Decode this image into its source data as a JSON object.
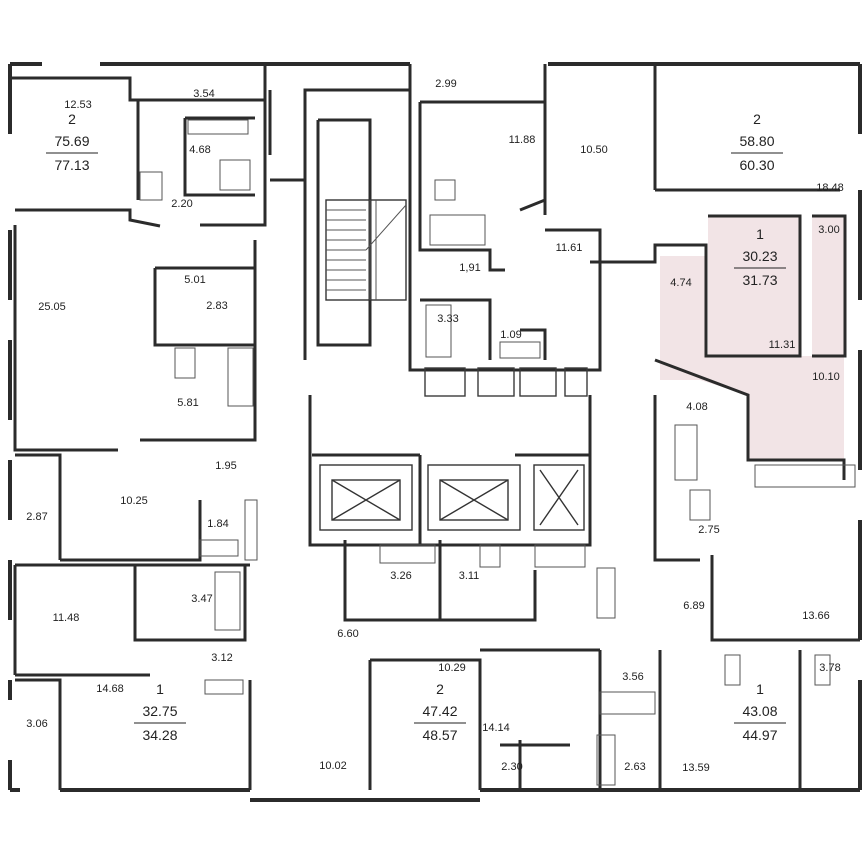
{
  "colors": {
    "walls": "#2b2b2b",
    "highlight": "#f2e4e6",
    "text": "#222222"
  },
  "apartments": [
    {
      "id": "apt-nw",
      "rooms": "2",
      "area_living": "75.69",
      "area_total": "77.13"
    },
    {
      "id": "apt-ne",
      "rooms": "2",
      "area_living": "58.80",
      "area_total": "60.30"
    },
    {
      "id": "apt-east",
      "rooms": "1",
      "area_living": "30.23",
      "area_total": "31.73"
    },
    {
      "id": "apt-sw",
      "rooms": "1",
      "area_living": "32.75",
      "area_total": "34.28"
    },
    {
      "id": "apt-south",
      "rooms": "2",
      "area_living": "47.42",
      "area_total": "48.57"
    },
    {
      "id": "apt-se",
      "rooms": "1",
      "area_living": "43.08",
      "area_total": "44.97"
    }
  ],
  "rooms": [
    "12.53",
    "3.54",
    "4.68",
    "2.20",
    "2.99",
    "11.88",
    "10.50",
    "18.48",
    "11.61",
    "3.00",
    "1,91",
    "4.74",
    "11.31",
    "3.33",
    "1.09",
    "25.05",
    "5.01",
    "2.83",
    "5.81",
    "10.10",
    "4.08",
    "2.87",
    "10.25",
    "1.95",
    "1.84",
    "2.75",
    "11.48",
    "3.47",
    "3.26",
    "3.11",
    "6.89",
    "13.66",
    "6.60",
    "3.12",
    "10.29",
    "14.68",
    "3.56",
    "3.78",
    "3.06",
    "14.14",
    "10.02",
    "2.30",
    "2.63",
    "13.59"
  ]
}
